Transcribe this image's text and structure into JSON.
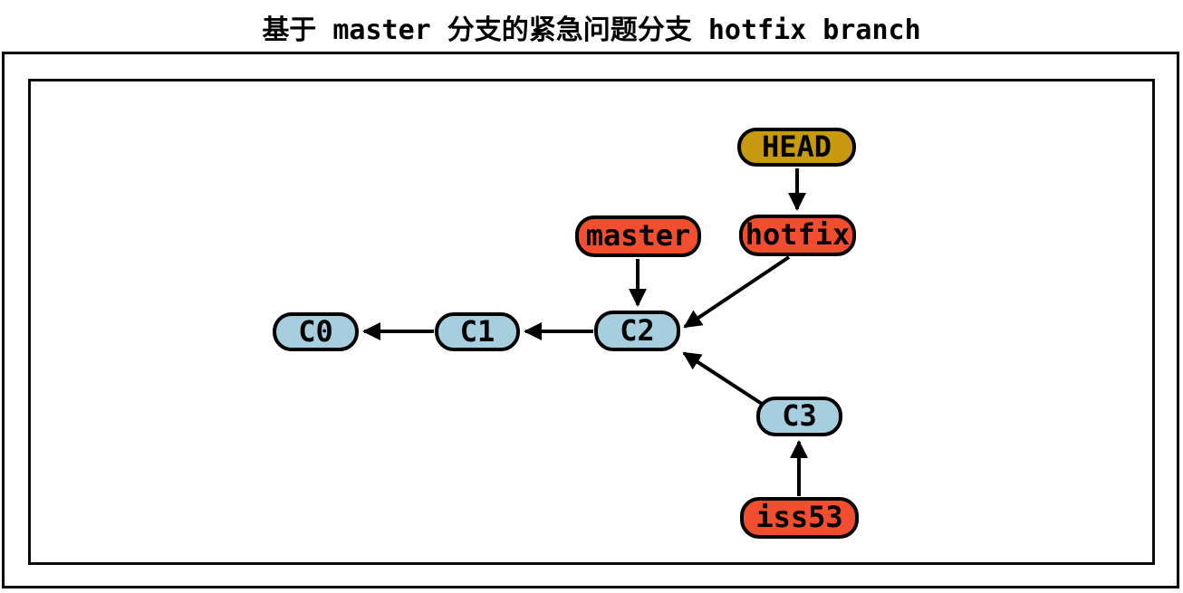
{
  "title": {
    "text": "基于 master 分支的紧急问题分支 hotfix branch"
  },
  "colors": {
    "commit": "#a6cede",
    "branch": "#f04e2f",
    "head": "#c7990f",
    "outline": "#000000",
    "arrow": "#000000"
  },
  "diagram": {
    "nodes": [
      {
        "id": "head",
        "label": "HEAD",
        "type": "head"
      },
      {
        "id": "hotfix",
        "label": "hotfix",
        "type": "branch"
      },
      {
        "id": "master",
        "label": "master",
        "type": "branch"
      },
      {
        "id": "c0",
        "label": "C0",
        "type": "commit"
      },
      {
        "id": "c1",
        "label": "C1",
        "type": "commit"
      },
      {
        "id": "c2",
        "label": "C2",
        "type": "commit"
      },
      {
        "id": "c3",
        "label": "C3",
        "type": "commit"
      },
      {
        "id": "iss53",
        "label": "iss53",
        "type": "branch"
      }
    ],
    "edges": [
      {
        "from": "head",
        "to": "hotfix"
      },
      {
        "from": "master",
        "to": "c2"
      },
      {
        "from": "hotfix",
        "to": "c2"
      },
      {
        "from": "c1",
        "to": "c0"
      },
      {
        "from": "c2",
        "to": "c1"
      },
      {
        "from": "c3",
        "to": "c2"
      },
      {
        "from": "iss53",
        "to": "c3"
      }
    ]
  }
}
